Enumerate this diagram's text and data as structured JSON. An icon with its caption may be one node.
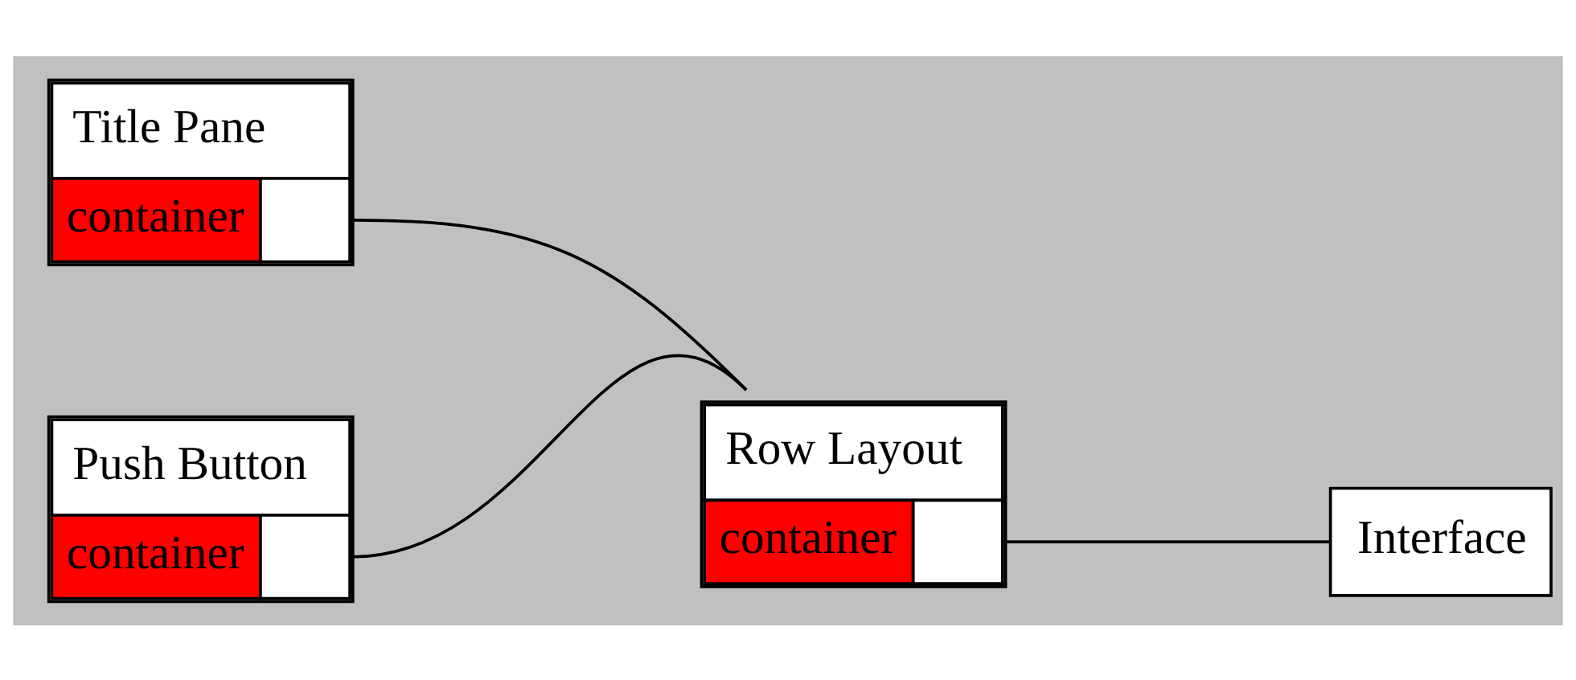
{
  "diagram": {
    "nodes": [
      {
        "text": [
          "Title Pane",
          "container"
        ]
      },
      {
        "text": [
          "Push Button",
          "container"
        ]
      },
      {
        "text": [
          "Row Layout",
          "container"
        ]
      },
      {
        "text": [
          "Interface"
        ]
      }
    ],
    "edges": [
      {
        "from": 0,
        "to": 2,
        "arrow": "none"
      },
      {
        "from": 1,
        "to": 2,
        "arrow": "none"
      },
      {
        "from": 2,
        "to": 3,
        "arrow": "none"
      }
    ]
  }
}
